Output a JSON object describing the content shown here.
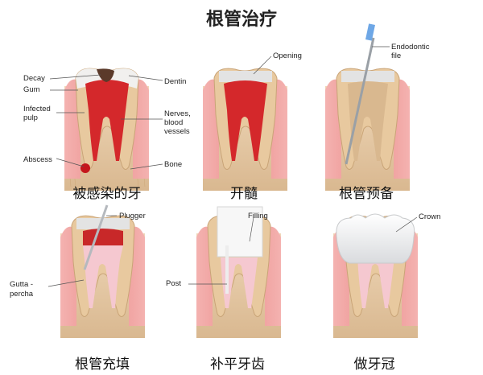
{
  "title": "根管治疗",
  "colors": {
    "enamel": "#f1f0ee",
    "dentin": "#e8c99f",
    "gum": "#f2a3a1",
    "bone": "#e6c9a6",
    "infection": "#d4282b",
    "filling_root": "#f5c8d0",
    "abscess": "#c4161c",
    "leader": "#555555"
  },
  "panels": [
    {
      "caption": "被感染的牙",
      "labels": {
        "decay": "Decay",
        "gum": "Gum",
        "infected_pulp_1": "Infected",
        "infected_pulp_2": "pulp",
        "abscess": "Abscess",
        "dentin": "Dentin",
        "nerves_1": "Nerves,",
        "nerves_2": "blood",
        "nerves_3": "vessels",
        "bone": "Bone"
      }
    },
    {
      "caption": "开髓",
      "labels": {
        "opening": "Opening"
      }
    },
    {
      "caption": "根管预备",
      "labels": {
        "endodontic_1": "Endodontic",
        "endodontic_2": "file"
      }
    },
    {
      "caption": "根管充填",
      "labels": {
        "plugger": "Plugger",
        "gutta_1": "Gutta -",
        "gutta_2": "percha"
      }
    },
    {
      "caption": "补平牙齿",
      "labels": {
        "filling": "Filling",
        "post": "Post"
      }
    },
    {
      "caption": "做牙冠",
      "labels": {
        "crown": "Crown"
      }
    }
  ]
}
